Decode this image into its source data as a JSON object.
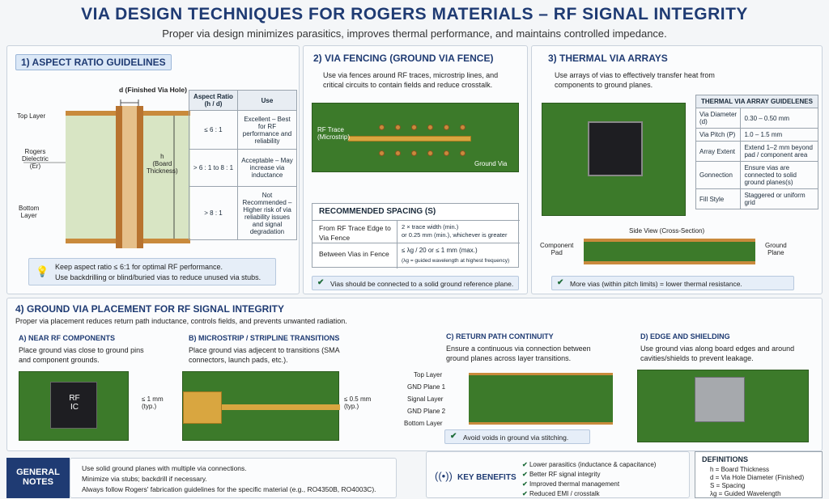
{
  "header": {
    "title": "VIA DESIGN TECHNIQUES FOR ROGERS MATERIALS – RF SIGNAL INTEGRITY",
    "subtitle": "Proper via design minimizes parasitics, improves thermal performance, and maintains controlled impedance."
  },
  "sec1": {
    "title": "1) ASPECT RATIO GUIDELINES",
    "d_label": "d (Finished Via Hole)",
    "top_layer": "Top Layer",
    "dielectric": "Rogers\nDielectric\n(Er)",
    "bottom_layer": "Bottom\nLayer",
    "h_label": "h\n(Board\nThickness)",
    "table": {
      "col1": "Aspect Ratio\n(h / d)",
      "col2": "Use",
      "rows": [
        {
          "ratio": "≤ 6 : 1",
          "use": "Excellent – Best for RF performance and reliability"
        },
        {
          "ratio": "> 6 : 1 to 8 : 1",
          "use": "Acceptable – May increase via inductance"
        },
        {
          "ratio": "> 8 : 1",
          "use": "Not Recommended – Higher risk of via reliability issues and signal degradation"
        }
      ]
    },
    "note1": "Keep aspect ratio ≤ 6:1 for optimal RF performance.",
    "note2": "Use backdrilling or blind/buried vias to reduce unused via stubs."
  },
  "sec2": {
    "title": "2) VIA FENCING (GROUND VIA FENCE)",
    "desc": "Use via fences around RF traces, microstrip lines, and critical circuits to contain fields and reduce crosstalk.",
    "rf_trace": "RF Trace\n(Microstrip)",
    "ground_via": "Ground Via",
    "spacing_title": "RECOMMENDED SPACING (S)",
    "row1_label": "From RF Trace Edge to Via Fence",
    "row1_val": "2 × trace width (min.)\nor 0.25 mm (min.), whichever is greater",
    "row2_label": "Between Vias in Fence",
    "row2_val": "≤ λg / 20  or  ≤ 1 mm (max.)",
    "row2_sub": "(λg = guided wavelength at highest frequency)",
    "note": "Vias should be connected to a solid ground reference plane."
  },
  "sec3": {
    "title": "3) THERMAL VIA ARRAYS",
    "desc": "Use arrays of vias to effectively transfer heat from components to ground planes.",
    "table_title": "THERMAL VIA ARRAY GUIDELENES",
    "rows": [
      {
        "k": "Via Diameter (d)",
        "v": "0.30 – 0.50 mm"
      },
      {
        "k": "Via Pitch (P)",
        "v": "1.0 – 1.5 mm"
      },
      {
        "k": "Array Extent",
        "v": "Extend 1–2 mm beyond pad / component area"
      },
      {
        "k": "Gonnection",
        "v": "Ensure vias are connected to solid ground planes(s)"
      },
      {
        "k": "Fill Style",
        "v": "Staggered or uniform grid"
      }
    ],
    "side_view": "Side View (Cross-Section)",
    "comp_pad": "Component\nPad",
    "ground_plane": "Ground\nPlane",
    "note": "More vias (within pitch limits) = lower thermal resistance."
  },
  "sec4": {
    "title": "4) GROUND VIA PLACEMENT FOR RF SIGNAL INTEGRITY",
    "desc": "Proper via placement reduces return path inductance, controls fields, and prevents unwanted radiation.",
    "a_title": "A) NEAR RF COMPONENTS",
    "a_desc": "Place ground vias close to ground pins and component grounds.",
    "a_ic": "RF\nIC",
    "a_dim": "≤ 1 mm\n(typ.)",
    "b_title": "B) MICROSTRIP / STRIPLINE TRANSITIONS",
    "b_desc": "Place ground vias adjecent to transitions (SMA connectors, launch pads, etc.).",
    "b_dim": "≤ 0.5 mm\n(typ.)",
    "c_title": "C) RETURN PATH CONTINUITY",
    "c_desc": "Ensure a continuous via connection between ground planes across layer transitions.",
    "c_layers": [
      "Top Layer",
      "GND Plane 1",
      "Signal Layer",
      "GND Plane 2",
      "Bottom Layer"
    ],
    "c_note": "Avoid voids in ground via stitching.",
    "d_title": "D) EDGE AND SHIELDING",
    "d_desc": "Use ground vias along board edges and around cavities/shields to prevent leakage."
  },
  "footer": {
    "general_notes": "GENERAL\nNOTES",
    "notes": [
      "Use solid ground planes with multiple via connections.",
      "Minimize via stubs; backdrill if necessary.",
      "Always follow Rogers' fabrication guidelines for the specific material (e.g., RO4350B, RO4003C)."
    ],
    "key_benefits": "KEY BENEFITS",
    "benefits": [
      "Lower parasitics (inductance & capacitance)",
      "Better RF signal integrity",
      "Improved thermal management",
      "Reduced EMI / crosstalk"
    ],
    "definitions_title": "DEFINITIONS",
    "definitions": [
      "h = Board Thickness",
      "d = Via Hole Diameter (Finished)",
      "S = Spacing",
      "λg = Guided Wavelength"
    ]
  }
}
